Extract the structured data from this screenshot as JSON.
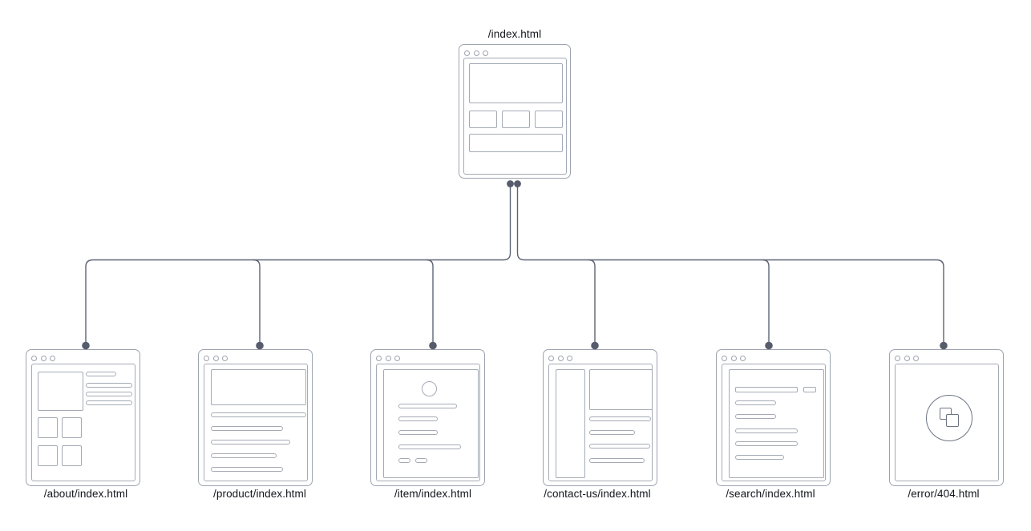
{
  "diagram": {
    "title_note": "sitemap tree of browser-window wireframes",
    "root": {
      "label": "/index.html",
      "layout": "home"
    },
    "children": [
      {
        "label": "/about/index.html",
        "layout": "about-page"
      },
      {
        "label": "/product/index.html",
        "layout": "product-page"
      },
      {
        "label": "/item/index.html",
        "layout": "item-detail"
      },
      {
        "label": "/contact-us/index.html",
        "layout": "contact-page"
      },
      {
        "label": "/search/index.html",
        "layout": "search-results"
      },
      {
        "label": "/error/404.html",
        "layout": "error-404"
      }
    ],
    "colors": {
      "background": "#ffffff",
      "connector": "#5d6373",
      "dot": "#565c6c",
      "window_border": "#9da3af",
      "wireframe": "#a4aab5",
      "error_icon": "#6d7482",
      "label_text": "#13161d"
    }
  }
}
